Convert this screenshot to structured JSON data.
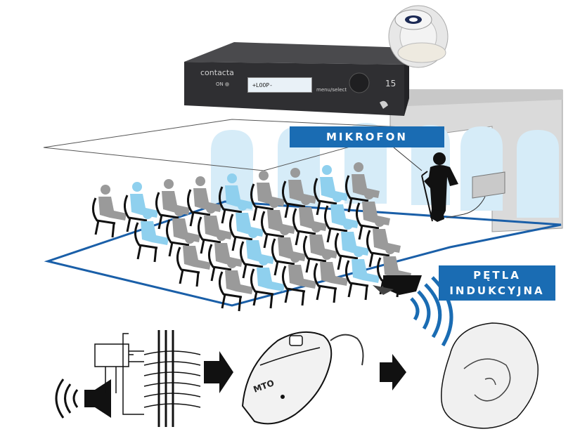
{
  "labels": {
    "microphone": "MIKROFON",
    "loop_line1": "PĘTLA",
    "loop_line2": "INDUKCYJNA"
  },
  "amplifier": {
    "brand": "contacta",
    "model": "15",
    "display_text": "+LOOP-",
    "menu_label": "menu/select",
    "power_label": "ON"
  },
  "hearing_aid": {
    "mode_label": "MTO"
  },
  "colors": {
    "label_blue": "#1a6cb3",
    "audience_blue": "#8fd0ee",
    "audience_gray": "#9a9a9a",
    "loop_outline": "#1a5fa8",
    "amplifier_body": "#2f2f32"
  }
}
